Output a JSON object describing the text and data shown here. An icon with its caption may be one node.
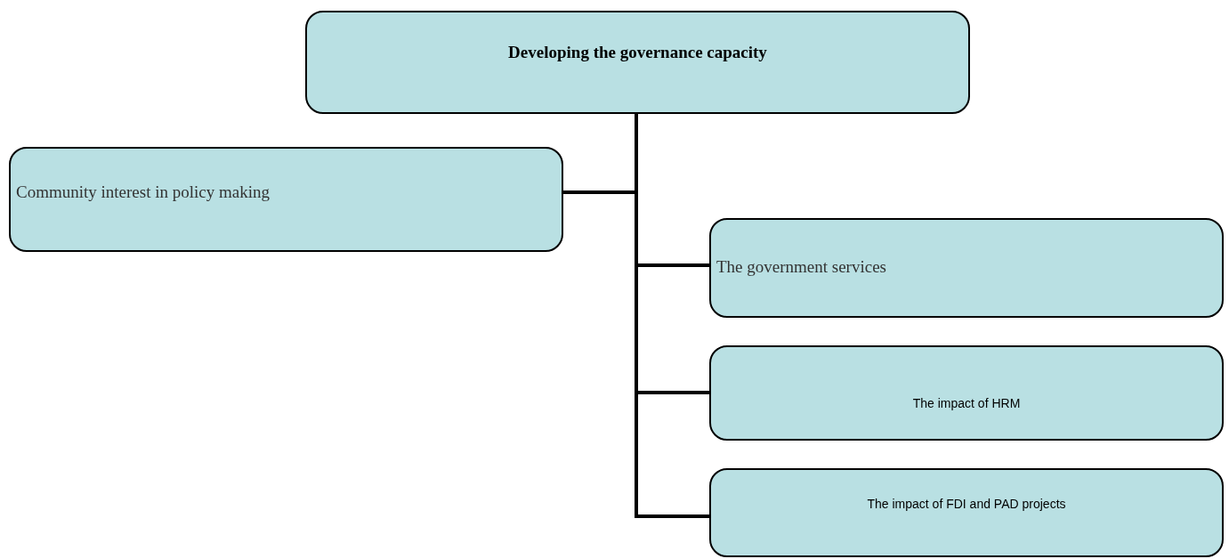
{
  "diagram": {
    "nodes": [
      {
        "text": [
          "Developing the governance capacity"
        ]
      },
      {
        "text": [
          "Community interest in policy making"
        ]
      },
      {
        "text": [
          "The government services"
        ]
      },
      {
        "text": [
          "The impact of HRM"
        ]
      },
      {
        "text": [
          "The impact of FDI and PAD projects"
        ]
      }
    ],
    "edges": [
      {
        "from": 0,
        "to": 1,
        "arrow": "none"
      },
      {
        "from": 0,
        "to": 2,
        "arrow": "none"
      },
      {
        "from": 0,
        "to": 3,
        "arrow": "none"
      },
      {
        "from": 0,
        "to": 4,
        "arrow": "none"
      }
    ]
  }
}
